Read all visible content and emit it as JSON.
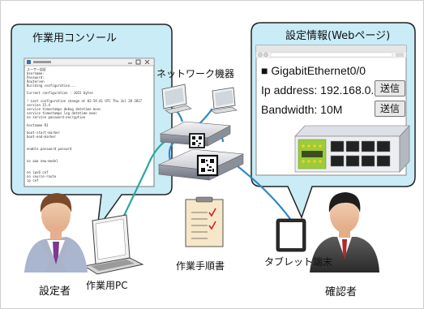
{
  "bubbles": {
    "console_title": "作業用コンソール",
    "web_title": "設定情報(Webページ)"
  },
  "console": {
    "lines": [
      "ユーザー認証",
      "Username:",
      "Password:",
      "Router>en",
      "Building configuration...",
      "",
      "Current configuration : 1015 bytes",
      "",
      "! Last configuration change at 02:54:41 UTC Thu Jul 20 2017",
      "version 15.4",
      "service timestamps debug datetime msec",
      "service timestamps log datetime msec",
      "no service password-encryption",
      "",
      "hostname R1",
      "",
      "boot-start-marker",
      "boot-end-marker",
      "",
      "",
      "enable password passwrd",
      "",
      "",
      "no aaa new-model",
      "",
      "",
      "no ipv6 cef",
      "no source-route",
      "ip cef"
    ]
  },
  "web": {
    "interface": "■  GigabitEthernet0/0",
    "ip": "Ip address: 192.168.0.3",
    "bandwidth": "Bandwidth: 10M",
    "send_label": "送信"
  },
  "labels": {
    "network_devices": "ネットワーク機器",
    "setter": "設定者",
    "work_pc": "作業用PC",
    "procedure_doc": "作業手順書",
    "tablet": "タブレット端末",
    "confirmer": "確認者"
  },
  "colors": {
    "bubble_fill": "#c9ecf6",
    "bubble_stroke": "#222222",
    "switch_green": "#9ccc3c",
    "cable_blue": "#2f88c8",
    "cable_teal": "#2ca7a0",
    "doc_fill": "#f6e7c8"
  },
  "icons": [
    "qr-code-icon",
    "check-icon",
    "minimize-icon",
    "maximize-icon",
    "close-icon",
    "back-icon",
    "forward-icon"
  ]
}
